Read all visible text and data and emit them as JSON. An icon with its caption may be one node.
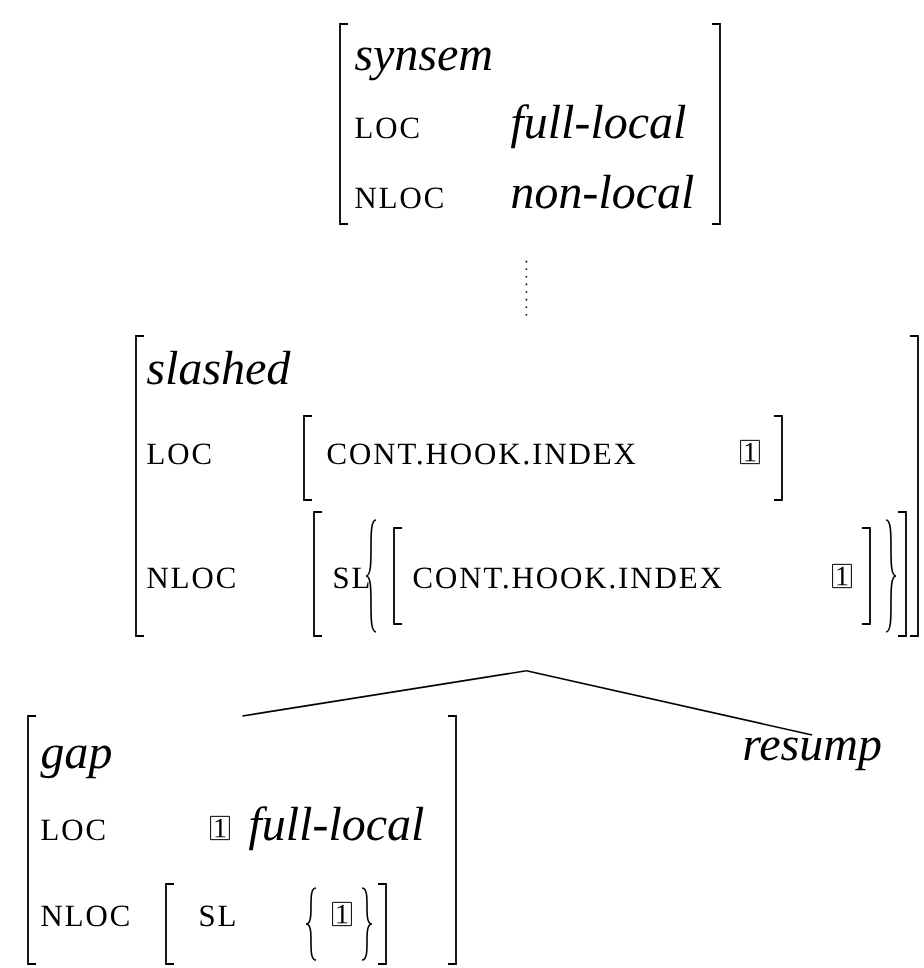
{
  "diagram": {
    "nodes": [
      {
        "text": [
          "synsem",
          "LOC",
          "full-local",
          "NLOC",
          "non-local"
        ]
      },
      {
        "text": [
          "slashed",
          "LOC",
          "CONT.HOOK.INDEX",
          "1",
          "NLOC",
          "SL",
          "CONT.HOOK.INDEX",
          "1"
        ]
      },
      {
        "text": [
          "gap",
          "LOC",
          "1",
          "full-local",
          "NLOC",
          "SL",
          "1"
        ]
      },
      {
        "text": [
          "resump"
        ]
      }
    ],
    "edges": [
      {
        "from": 0,
        "to": 1,
        "arrow": "none",
        "style": "dashed"
      },
      {
        "from": 1,
        "to": 2,
        "arrow": "none"
      },
      {
        "from": 1,
        "to": 3,
        "arrow": "none"
      }
    ]
  }
}
